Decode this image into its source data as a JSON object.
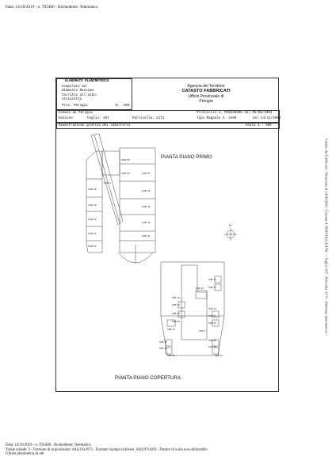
{
  "header": {
    "text": "Data: 14/10/2019 - n. T95400 - Richiedente: Telematico"
  },
  "footer": {
    "line1": "Data: 14/10/2019 - n. T95400 - Richiedente: Telematico",
    "line2": "Totale schede: 2 - Formato di acquisizione: A4(210x297) - Formato stampa richiesto: A4(297x420) - Fattore di scala non utilizzabile",
    "line3": "Ultima planimetria in atti"
  },
  "side_note": "Catasto dei Fabbricati - Situazione al 14/10/2019 - Comune di PERUGIA (G478) - < Foglio: 267 - Particella: 1171 - Elaborato planimetrico >",
  "form": {
    "heading": "ELABORATO PLANIMETRICO",
    "compilato_label": "Compilato da:",
    "compilato_name": "Diamanti Massimo",
    "iscritto_label": "Iscritto all'albo:",
    "iscritto_value": "Architetti",
    "prov_label": "Prov. Perugia",
    "n_label": "N.",
    "n_value": "600",
    "agency_line1": "Agenzia del Territorio",
    "agency_line2": "CATASTO FABBRICATI",
    "agency_line3": "Ufficio Provinciale di",
    "agency_line4": "Perugia",
    "comune_label": "Comune di Perugia",
    "sezione_label": "Sezione:",
    "foglio_label": "Foglio: 267",
    "particella_label": "Particella: 1171",
    "protocollo_label": "Protocollo n. PG0239995 del 05/05/2004",
    "tipo_mappale_label": "Tipo Mappale n. 4499",
    "tipo_mappale_date": "del 24/12/2003",
    "dimostrazione_label": "Dimostrazione grafica dei subalterni",
    "scala_label": "Scala 1 : 500"
  },
  "plans": {
    "primo_title": "PIANTA PIANO PRIMO",
    "copertura_title": "PIANTA PIANO COPERTURA",
    "north_label": "N"
  },
  "sub_labels": {
    "s1": "SUB. 55",
    "s2": "SUB. 58",
    "s3": "SUB. 57",
    "s4": "SUB. 2",
    "s5": "SUB. 48",
    "s6": "SUB. 56",
    "s7": "SUB. 49",
    "s8": "SUB. 55",
    "s9": "SUB. 50",
    "s10": "SUB. 53",
    "s11": "SUB. 51",
    "s12": "SUB. 54",
    "s13": "SUB. 52",
    "c1": "SUB. 46",
    "c2": "SUB. 47",
    "c3": "SUB. 43",
    "c4": "SUB. 45",
    "c5": "SUB. 44",
    "c6": "SUB. 42",
    "c7": "SUB. 41",
    "c8": "SUB. 40",
    "c9": "SUB. 39",
    "c10": "SUB. 38",
    "c11": "SUB. 37",
    "c12": "SUB. 36",
    "c13": "SUB. 35",
    "c14": "SUB. 34",
    "c15": "SUB. 33",
    "c16": "SUB. 32",
    "c17": "SUB. 31",
    "c18": "SUB. 2"
  }
}
